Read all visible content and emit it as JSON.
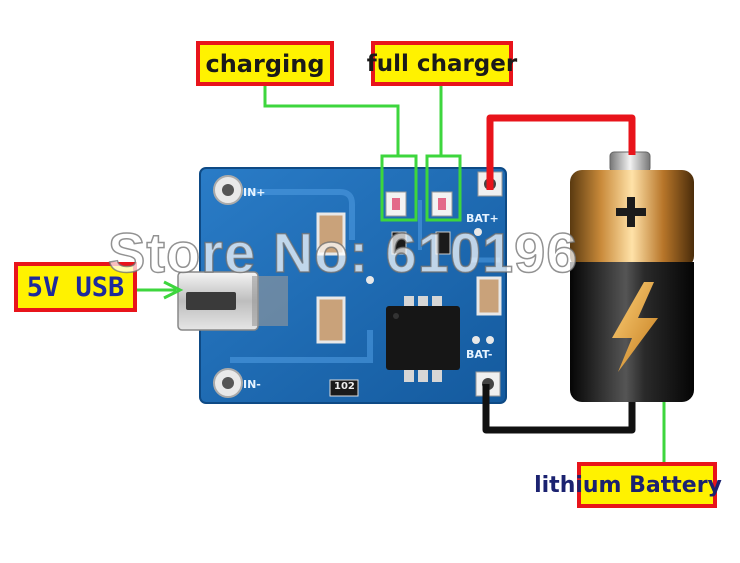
{
  "labels": {
    "charging": "charging",
    "full_charger": "full charger",
    "usb_input": "5V USB",
    "battery": "lithium Battery"
  },
  "board": {
    "in_plus": "IN+",
    "in_minus": "IN-",
    "bat_plus": "BAT+",
    "bat_minus": "BAT-",
    "resistor_code": "102"
  },
  "battery_symbol": "+",
  "watermark": "Store No: 610196",
  "colors": {
    "label_fill": "#fff200",
    "label_border": "#e8141b",
    "wire_positive": "#e8141b",
    "wire_negative": "#111111",
    "leader_line": "#3dd63d",
    "pcb": "#1f6fb8"
  }
}
